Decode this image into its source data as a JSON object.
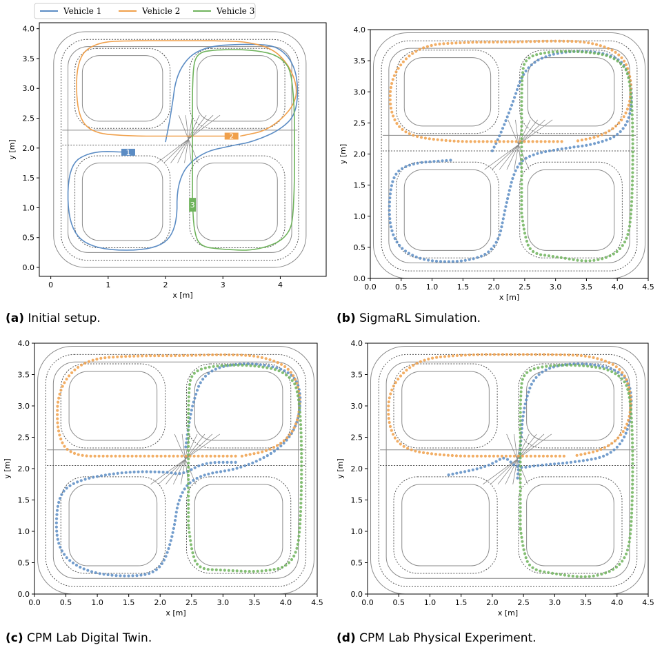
{
  "legend": {
    "entries": [
      {
        "label": "Vehicle 1",
        "color": "#5b8cc4"
      },
      {
        "label": "Vehicle 2",
        "color": "#f0a04b"
      },
      {
        "label": "Vehicle 3",
        "color": "#6fb35c"
      }
    ]
  },
  "colors": {
    "vehicle1": "#5b8cc4",
    "vehicle2": "#f0a04b",
    "vehicle3": "#6fb35c",
    "road": "#8a8a8a",
    "lane": "#555555"
  },
  "captions": [
    {
      "label": "(a)",
      "text": "Initial setup."
    },
    {
      "label": "(b)",
      "text": "SigmaRL Simulation."
    },
    {
      "label": "(c)",
      "text": "CPM Lab Digital Twin."
    },
    {
      "label": "(d)",
      "text": "CPM Lab Physical Experiment."
    }
  ],
  "chart_data": [
    {
      "type": "line",
      "panel": "a",
      "xlabel": "x [m]",
      "ylabel": "y [m]",
      "xlim": [
        -0.2,
        4.8
      ],
      "ylim": [
        -0.15,
        4.1
      ],
      "xticks": [
        0,
        1,
        2,
        3,
        4
      ],
      "xtick_labels": [
        "0",
        "1",
        "2",
        "3",
        "4"
      ],
      "yticks": [
        0.0,
        0.5,
        1.0,
        1.5,
        2.0,
        2.5,
        3.0,
        3.5,
        4.0
      ],
      "ytick_labels": [
        "0.0",
        "0.5",
        "1.0",
        "1.5",
        "2.0",
        "2.5",
        "3.0",
        "3.5",
        "4.0"
      ],
      "vehicle_markers": [
        {
          "label": "1",
          "x": 1.35,
          "y": 1.93,
          "series": 0
        },
        {
          "label": "2",
          "x": 3.15,
          "y": 2.2,
          "series": 1
        },
        {
          "label": "3",
          "x": 2.47,
          "y": 1.05,
          "series": 2
        }
      ],
      "series": [
        {
          "name": "Vehicle 1",
          "x": [
            1.35,
            0.7,
            0.3,
            0.3,
            0.7,
            1.8,
            2.2,
            2.2,
            2.6,
            3.2,
            3.5,
            4.0,
            4.3,
            4.3,
            4.0,
            3.5,
            2.6,
            2.2,
            2.1,
            2.0
          ],
          "y": [
            1.93,
            1.95,
            1.7,
            0.7,
            0.3,
            0.28,
            0.6,
            1.5,
            1.92,
            2.05,
            2.1,
            2.3,
            2.6,
            3.3,
            3.7,
            3.75,
            3.7,
            3.3,
            2.6,
            2.1
          ]
        },
        {
          "name": "Vehicle 2",
          "x": [
            3.15,
            2.6,
            2.0,
            1.4,
            0.7,
            0.45,
            0.45,
            0.8,
            1.5,
            2.2,
            2.8,
            3.5,
            4.0,
            4.3,
            4.25,
            3.8,
            3.3
          ],
          "y": [
            2.2,
            2.2,
            2.2,
            2.2,
            2.25,
            2.6,
            3.5,
            3.78,
            3.8,
            3.8,
            3.8,
            3.78,
            3.6,
            3.1,
            2.7,
            2.3,
            2.2
          ]
        },
        {
          "name": "Vehicle 3",
          "x": [
            2.47,
            2.47,
            2.47,
            2.47,
            2.55,
            2.9,
            3.5,
            4.0,
            4.25,
            4.25,
            4.15,
            3.6,
            3.0,
            2.6,
            2.5,
            2.47
          ],
          "y": [
            1.05,
            1.6,
            2.3,
            3.3,
            3.6,
            3.65,
            3.65,
            3.55,
            3.2,
            1.0,
            0.5,
            0.28,
            0.3,
            0.35,
            0.6,
            1.05
          ]
        }
      ]
    },
    {
      "type": "scatter",
      "panel": "b",
      "xlabel": "x [m]",
      "ylabel": "y [m]",
      "xlim": [
        0.0,
        4.5
      ],
      "ylim": [
        0.0,
        4.0
      ],
      "xticks": [
        0.0,
        0.5,
        1.0,
        1.5,
        2.0,
        2.5,
        3.0,
        3.5,
        4.0,
        4.5
      ],
      "xtick_labels": [
        "0.0",
        "0.5",
        "1.0",
        "1.5",
        "2.0",
        "2.5",
        "3.0",
        "3.5",
        "4.0",
        "4.5"
      ],
      "yticks": [
        0.0,
        0.5,
        1.0,
        1.5,
        2.0,
        2.5,
        3.0,
        3.5,
        4.0
      ],
      "ytick_labels": [
        "0.0",
        "0.5",
        "1.0",
        "1.5",
        "2.0",
        "2.5",
        "3.0",
        "3.5",
        "4.0"
      ],
      "series": [
        {
          "name": "Vehicle 1",
          "x": [
            1.3,
            0.6,
            0.32,
            0.3,
            0.7,
            1.5,
            2.05,
            2.2,
            2.35,
            2.6,
            3.2,
            3.6,
            4.05,
            4.25,
            4.2,
            3.8,
            3.0,
            2.5,
            2.3,
            2.1,
            1.95
          ],
          "y": [
            1.9,
            1.85,
            1.6,
            0.7,
            0.3,
            0.25,
            0.45,
            1.2,
            1.8,
            2.0,
            2.1,
            2.15,
            2.3,
            2.7,
            3.4,
            3.65,
            3.65,
            3.4,
            2.8,
            2.3,
            2.0
          ]
        },
        {
          "name": "Vehicle 2",
          "x": [
            3.1,
            2.6,
            2.0,
            1.3,
            0.55,
            0.3,
            0.35,
            0.8,
            1.6,
            2.3,
            3.0,
            3.6,
            4.1,
            4.25,
            4.15,
            3.8,
            3.3
          ],
          "y": [
            2.2,
            2.2,
            2.2,
            2.2,
            2.3,
            2.7,
            3.3,
            3.75,
            3.8,
            3.8,
            3.82,
            3.8,
            3.6,
            3.1,
            2.6,
            2.3,
            2.2
          ]
        },
        {
          "name": "Vehicle 3",
          "x": [
            2.45,
            2.45,
            2.45,
            2.45,
            2.5,
            2.9,
            3.5,
            4.0,
            4.25,
            4.25,
            4.1,
            3.6,
            3.0,
            2.6,
            2.5,
            2.45
          ],
          "y": [
            1.05,
            1.6,
            2.3,
            3.2,
            3.55,
            3.65,
            3.65,
            3.55,
            3.2,
            1.0,
            0.45,
            0.25,
            0.35,
            0.4,
            0.7,
            1.05
          ]
        }
      ]
    },
    {
      "type": "scatter",
      "panel": "c",
      "xlabel": "x [m]",
      "ylabel": "y [m]",
      "xlim": [
        0.0,
        4.5
      ],
      "ylim": [
        0.0,
        4.0
      ],
      "xticks": [
        0.0,
        0.5,
        1.0,
        1.5,
        2.0,
        2.5,
        3.0,
        3.5,
        4.0,
        4.5
      ],
      "xtick_labels": [
        "0.0",
        "0.5",
        "1.0",
        "1.5",
        "2.0",
        "2.5",
        "3.0",
        "3.5",
        "4.0",
        "4.5"
      ],
      "yticks": [
        0.0,
        0.5,
        1.0,
        1.5,
        2.0,
        2.5,
        3.0,
        3.5,
        4.0
      ],
      "ytick_labels": [
        "0.0",
        "0.5",
        "1.0",
        "1.5",
        "2.0",
        "2.5",
        "3.0",
        "3.5",
        "4.0"
      ],
      "series": [
        {
          "name": "Vehicle 1",
          "x": [
            3.2,
            2.7,
            2.35,
            2.1,
            1.4,
            0.6,
            0.35,
            0.35,
            0.8,
            1.5,
            2.0,
            2.2,
            2.3,
            2.6,
            3.3,
            3.9,
            4.2,
            4.25,
            4.0,
            3.3,
            2.7,
            2.5,
            2.4
          ],
          "y": [
            2.1,
            2.1,
            1.9,
            1.95,
            1.95,
            1.8,
            1.5,
            0.7,
            0.35,
            0.27,
            0.35,
            0.9,
            1.6,
            1.9,
            2.0,
            2.3,
            2.7,
            3.3,
            3.6,
            3.7,
            3.55,
            3.0,
            2.3
          ]
        },
        {
          "name": "Vehicle 2",
          "x": [
            3.2,
            2.6,
            2.0,
            1.3,
            0.55,
            0.35,
            0.38,
            0.8,
            1.6,
            2.3,
            3.0,
            3.6,
            4.1,
            4.25,
            4.15,
            3.8,
            3.3
          ],
          "y": [
            2.2,
            2.2,
            2.2,
            2.2,
            2.2,
            2.6,
            3.3,
            3.75,
            3.8,
            3.8,
            3.82,
            3.8,
            3.6,
            3.1,
            2.6,
            2.3,
            2.2
          ]
        },
        {
          "name": "Vehicle 3",
          "x": [
            2.45,
            2.45,
            2.45,
            2.45,
            2.5,
            2.9,
            3.5,
            4.0,
            4.25,
            4.25,
            4.1,
            3.6,
            3.0,
            2.6,
            2.5,
            2.45
          ],
          "y": [
            1.1,
            1.7,
            2.4,
            3.2,
            3.55,
            3.65,
            3.65,
            3.55,
            3.2,
            1.0,
            0.45,
            0.35,
            0.38,
            0.4,
            0.7,
            1.1
          ]
        }
      ]
    },
    {
      "type": "scatter",
      "panel": "d",
      "xlabel": "x [m]",
      "ylabel": "y [m]",
      "xlim": [
        0.0,
        4.5
      ],
      "ylim": [
        0.0,
        4.0
      ],
      "xticks": [
        0.0,
        0.5,
        1.0,
        1.5,
        2.0,
        2.5,
        3.0,
        3.5,
        4.0,
        4.5
      ],
      "xtick_labels": [
        "0.0",
        "0.5",
        "1.0",
        "1.5",
        "2.0",
        "2.5",
        "3.0",
        "3.5",
        "4.0",
        "4.5"
      ],
      "yticks": [
        0.0,
        0.5,
        1.0,
        1.5,
        2.0,
        2.5,
        3.0,
        3.5,
        4.0
      ],
      "ytick_labels": [
        "0.0",
        "0.5",
        "1.0",
        "1.5",
        "2.0",
        "2.5",
        "3.0",
        "3.5",
        "4.0"
      ],
      "series": [
        {
          "name": "Vehicle 1",
          "x": [
            1.3,
            1.8,
            2.05,
            2.2,
            2.4,
            2.7,
            3.3,
            3.9,
            4.2,
            4.25,
            4.0,
            3.3,
            2.7,
            2.5,
            2.45,
            2.4
          ],
          "y": [
            1.9,
            2.0,
            2.1,
            2.2,
            2.0,
            2.05,
            2.1,
            2.2,
            2.6,
            3.3,
            3.6,
            3.7,
            3.55,
            3.0,
            2.3,
            1.8
          ]
        },
        {
          "name": "Vehicle 2",
          "x": [
            3.15,
            2.6,
            2.0,
            1.3,
            0.55,
            0.32,
            0.35,
            0.8,
            1.6,
            2.3,
            3.0,
            3.6,
            4.1,
            4.25,
            4.15,
            3.8,
            3.3
          ],
          "y": [
            2.2,
            2.2,
            2.2,
            2.2,
            2.3,
            2.7,
            3.3,
            3.75,
            3.82,
            3.82,
            3.82,
            3.8,
            3.6,
            3.1,
            2.6,
            2.3,
            2.2
          ]
        },
        {
          "name": "Vehicle 3",
          "x": [
            2.45,
            2.45,
            2.45,
            2.45,
            2.5,
            2.9,
            3.5,
            4.0,
            4.25,
            4.25,
            4.1,
            3.6,
            3.0,
            2.6,
            2.5,
            2.45
          ],
          "y": [
            1.05,
            1.6,
            2.3,
            3.2,
            3.55,
            3.65,
            3.65,
            3.55,
            3.2,
            1.0,
            0.45,
            0.25,
            0.32,
            0.4,
            0.7,
            1.05
          ]
        }
      ]
    }
  ]
}
